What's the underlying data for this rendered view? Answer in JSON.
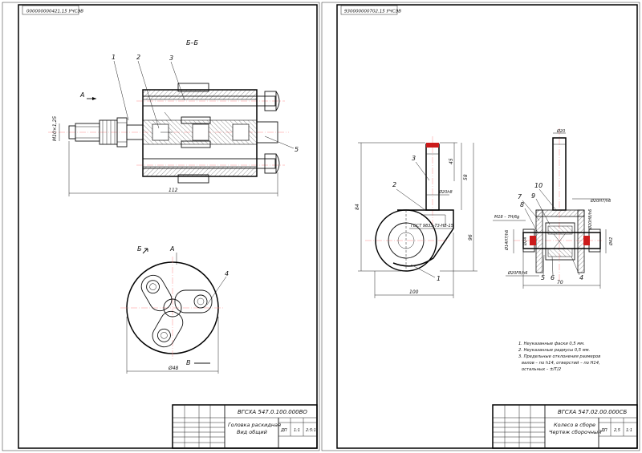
{
  "sheet1": {
    "stamp_code": "000000000421.15 УЧСЭВ",
    "section_label": "Б–Б",
    "view_a_label": "А",
    "view_b_label": "Б",
    "view_a2_label": "А",
    "view_b2_label": "В",
    "callouts": [
      "1",
      "2",
      "3",
      "4",
      "5"
    ],
    "dimensions": {
      "thread": "М10×1,25",
      "overall_length": "112",
      "diameter": "Ø48"
    },
    "title_block": {
      "doc_code": "ВГСХА 547.0.100.000ВО",
      "title_line1": "Головка раскидная",
      "title_line2": "Вид общий",
      "lit": "ДП",
      "mass": "1:1",
      "scale": "2:5:1"
    }
  },
  "sheet2": {
    "stamp_code": "930000000702.15 УЧСЭВ",
    "callouts_front": [
      "3",
      "2",
      "1"
    ],
    "callouts_side": [
      "10",
      "9",
      "7",
      "8",
      "4",
      "5",
      "6"
    ],
    "dimensions": {
      "height_total": "84",
      "width_total": "100",
      "dim_45": "45",
      "dim_58": "58",
      "dim_96": "96",
      "d20_top": "Ø20",
      "d20h8": "Ø20h8",
      "gost": "ГОСТ 9833-73-НВ-15",
      "fit_1": "Ø20H7/h6",
      "fit_2": "Ø20H8/h6",
      "thread_m18": "М18 – 7H/6g",
      "fit_3": "Ø14H7/h6",
      "d24": "Ø24",
      "d42": "Ø42",
      "len_70": "70",
      "fit_4": "Ø20F8/h6"
    },
    "notes": [
      "1. Неуказанные фаски 0,5 мм.",
      "2. Неуказанные радиусы 0,5 мм.",
      "3. Предельные отклонения размеров",
      "валов – по h14, отверстий – по H14,",
      "остальных – ±IT/2"
    ],
    "title_block": {
      "doc_code": "ВГСХА 547.02.00.000СБ",
      "title_line1": "Колесо в сборе",
      "title_line2": "Чертеж сборочный",
      "lit": "ДП",
      "mass": "2,5",
      "scale": "1:1"
    }
  }
}
